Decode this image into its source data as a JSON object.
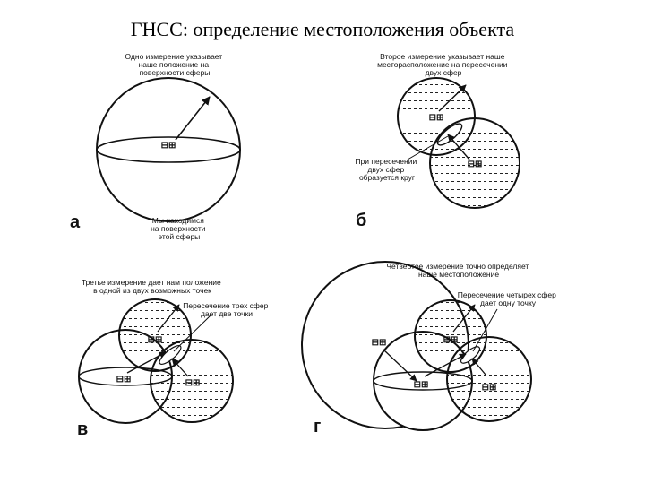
{
  "title": "ГНСС: определение местоположения объекта",
  "panels": {
    "a": {
      "letter": "а",
      "note_top": [
        "Одно измерение указывает",
        "наше положение на",
        "поверхности сферы"
      ],
      "note_bottom": [
        "Мы находимся",
        "на поверхности",
        "этой сферы"
      ]
    },
    "b": {
      "letter": "б",
      "note_top": [
        "Второе измерение указывает наше",
        "месторасположение на пересечении",
        "двух сфер"
      ],
      "note_mid": [
        "При пересечении",
        "двух сфер",
        "образуется круг"
      ]
    },
    "v": {
      "letter": "в",
      "note_top": [
        "Третье измерение дает нам положение",
        "в одной из двух возможных точек"
      ],
      "note_mid": [
        "Пересечение трех сфер",
        "дает две точки"
      ]
    },
    "g": {
      "letter": "г",
      "note_top": [
        "Четвертое измерение точно определяет",
        "наше местоположение"
      ],
      "note_mid": [
        "Пересечение четырех сфер",
        "дает одну точку"
      ]
    }
  },
  "icons": {
    "satellite": "satellite-icon"
  },
  "colors": {
    "ink": "#111111",
    "background": "#ffffff"
  }
}
